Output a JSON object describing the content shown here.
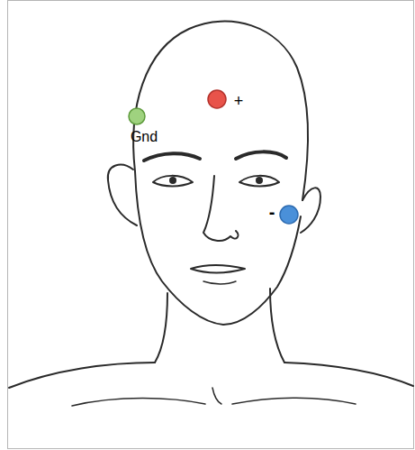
{
  "diagram": {
    "labels": [
      "Gnd",
      "+",
      "-"
    ]
  }
}
